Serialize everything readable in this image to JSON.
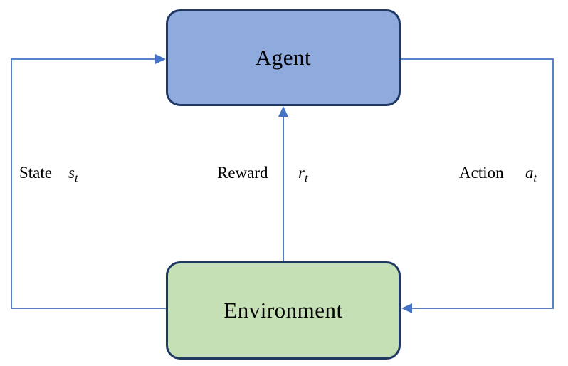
{
  "nodes": {
    "agent": {
      "label": "Agent",
      "fill": "#8FAADC",
      "border": "#1F3864"
    },
    "environment": {
      "label": "Environment",
      "fill": "#C5E0B4",
      "border": "#1F3864"
    }
  },
  "edges": {
    "state": {
      "word": "State",
      "var": "s",
      "sub": "t",
      "from": "environment",
      "to": "agent"
    },
    "reward": {
      "word": "Reward",
      "var": "r",
      "sub": "t",
      "from": "environment",
      "to": "agent"
    },
    "action": {
      "word": "Action",
      "var": "a",
      "sub": "t",
      "from": "agent",
      "to": "environment"
    }
  },
  "colors": {
    "arrow": "#4472C4"
  }
}
